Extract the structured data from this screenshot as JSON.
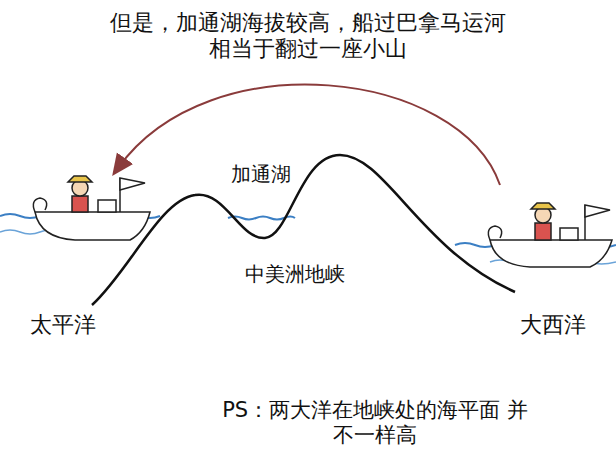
{
  "diagram": {
    "title": "但是，加通湖海拔较高，船过巴拿马运河 相当于翻过一座小山",
    "caption": "PS：两大洋在地峡处的海平面 并不一样高",
    "labels": [
      "加通湖",
      "中美洲地峡",
      "太平洋",
      "大西洋"
    ]
  }
}
